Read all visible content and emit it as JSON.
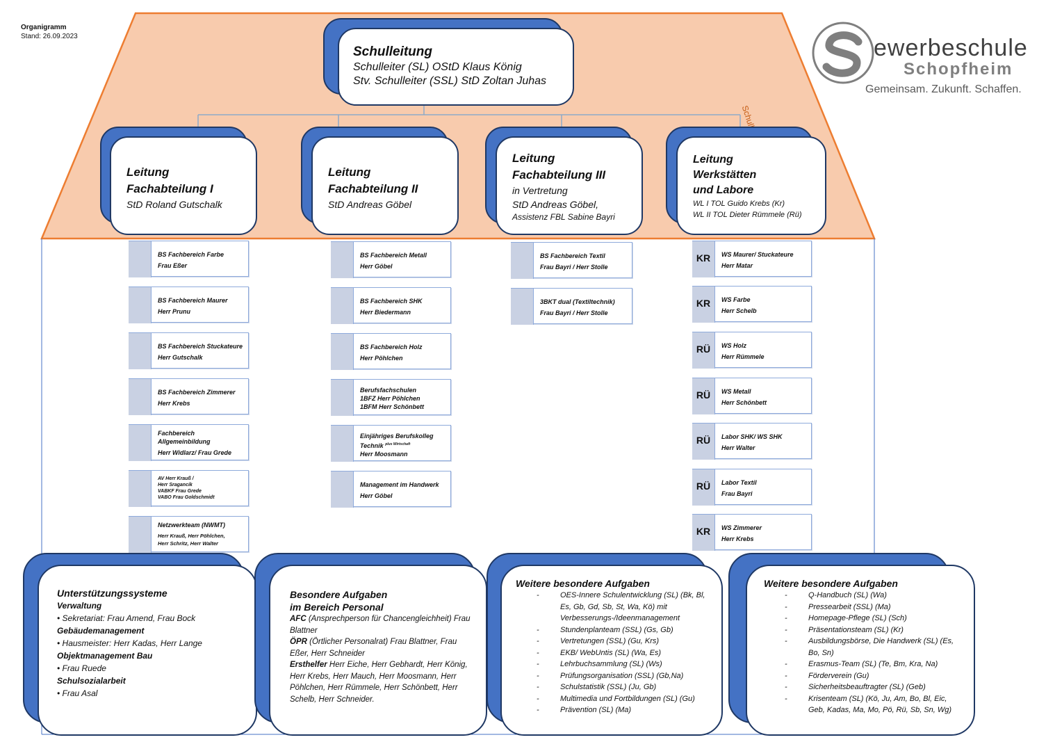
{
  "meta": {
    "title": "Organigramm",
    "date": "Stand: 26.09.2023"
  },
  "logo": {
    "name_prefix": "S",
    "name": "ewerbeschule",
    "city": "Schopfheim",
    "tagline": "Gemeinsam. Zukunft. Schaffen."
  },
  "team_label": "Schulleitungsteam (SLT)",
  "colors": {
    "roof_fill": "#f8cbad",
    "roof_stroke": "#ed7d31",
    "box_blue": "#4472c4",
    "unit_square": "#c9d1e3"
  },
  "top": {
    "title": "Schulleitung",
    "lines": [
      "Schulleiter (SL) OStD Klaus König",
      "Stv. Schulleiter (SSL) StD Zoltan Juhas"
    ]
  },
  "departments": [
    {
      "title1": "Leitung",
      "title2": "Fachabteilung I",
      "line1": "StD Roland Gutschalk"
    },
    {
      "title1": "Leitung",
      "title2": "Fachabteilung II",
      "line1": "StD Andreas Göbel"
    },
    {
      "title1": "Leitung",
      "title2": "Fachabteilung III",
      "line1": "in Vertretung",
      "line2": "StD Andreas Göbel,",
      "line3": "Assistenz FBL Sabine Bayri"
    },
    {
      "title1": "Leitung",
      "title2": "Werkstätten",
      "title3": "und Labore",
      "line1": "WL I TOL Guido Krebs (Kr)",
      "line2": "WL II TOL Dieter Rümmele (Rü)"
    }
  ],
  "units_col1": [
    {
      "l1": "BS Fachbereich  Farbe",
      "l2": "Frau Eßer"
    },
    {
      "l1": "BS Fachbereich Maurer",
      "l2": "Herr Prunu"
    },
    {
      "l1": "BS Fachbereich Stuckateure",
      "l2": "Herr Gutschalk"
    },
    {
      "l1": "BS Fachbereich Zimmerer",
      "l2": "Herr Krebs"
    },
    {
      "l1": "Fachbereich",
      "l2": "Allgemeinbildung",
      "l3": "Herr Widlarz/ Frau Grede"
    },
    {
      "l1": "AV        Herr Krauß /",
      "l2": "Herr Sragancik",
      "l3": "VABKF    Frau Grede",
      "l4": "VABO     Frau Goldschmidt"
    },
    {
      "l1": "Netzwerkteam (NWMT)",
      "l2": "Herr Krauß, Herr Pöhlchen,",
      "l3": "Herr Schritz, Herr Walter"
    }
  ],
  "units_col2": [
    {
      "l1": "BS Fachbereich Metall",
      "l2": "Herr Göbel"
    },
    {
      "l1": "BS Fachbereich SHK",
      "l2": "Herr Biedermann"
    },
    {
      "l1": "BS Fachbereich Holz",
      "l2": "Herr Pöhlchen"
    },
    {
      "l1": "Berufsfachschulen",
      "l2": "1BFZ Herr Pöhlchen",
      "l3": "1BFM Herr Schönbett"
    },
    {
      "l1": "Einjähriges Berufskolleg",
      "l2": "Technik",
      "sup": "plus Wirtschaft",
      "l3": "Herr Moosmann"
    },
    {
      "l1": "Management im Handwerk",
      "l2": "Herr Göbel"
    }
  ],
  "units_col3": [
    {
      "l1": "BS Fachbereich Textil",
      "l2": "Frau Bayri / Herr Stolle"
    },
    {
      "l1": "3BKT dual (Textiltechnik)",
      "l2": "Frau Bayri / Herr Stolle"
    }
  ],
  "units_col4": [
    {
      "code": "KR",
      "l1": "WS Maurer/ Stuckateure",
      "l2": "Herr Matar"
    },
    {
      "code": "KR",
      "l1": "WS Farbe",
      "l2": "Herr Schelb"
    },
    {
      "code": "RÜ",
      "l1": "WS Holz",
      "l2": "Herr Rümmele"
    },
    {
      "code": "RÜ",
      "l1": "WS Metall",
      "l2": "Herr Schönbett"
    },
    {
      "code": "RÜ",
      "l1": "Labor SHK/ WS SHK",
      "l2": "Herr Walter"
    },
    {
      "code": "RÜ",
      "l1": "Labor Textil",
      "l2": "Frau Bayri"
    },
    {
      "code": "KR",
      "l1": "WS Zimmerer",
      "l2": "Herr Krebs"
    }
  ],
  "support": {
    "title": "Unterstützungssysteme",
    "sections": [
      {
        "head": "Verwaltung",
        "item": "Sekretariat: Frau Amend, Frau Bock"
      },
      {
        "head": "Gebäudemanagement",
        "item": "Hausmeister: Herr Kadas, Herr Lange"
      },
      {
        "head": "Objektmanagement Bau",
        "item": "Frau Ruede"
      },
      {
        "head": "Schulsozialarbeit",
        "item": "Frau Asal"
      }
    ]
  },
  "personal": {
    "title1": "Besondere Aufgaben",
    "title2": "im Bereich Personal",
    "afc_head": "AFC",
    "afc_text": " (Ansprechperson für Chancengleichheit) Frau Blattner",
    "opr_head": "ÖPR",
    "opr_text": " (Örtlicher Personalrat) Frau Blattner, Frau Eßer, Herr Schneider",
    "eh_head": "Ersthelfer",
    "eh_text": " Herr Eiche, Herr Gebhardt, Herr König, Herr Krebs, Herr Mauch, Herr Moosmann, Herr Pöhlchen, Herr Rümmele, Herr Schönbett, Herr Schelb, Herr Schneider."
  },
  "tasks1": {
    "title": "Weitere besondere Aufgaben",
    "items": [
      "OES-Innere Schulentwicklung (SL) (Bk, Bl, Es, Gb, Gd, Sb, St, Wa, Kö) mit Verbesserungs-/Ideenmanagement",
      "Stundenplanteam (SSL) (Gs, Gb)",
      "Vertretungen (SSL) (Gu, Krs)",
      "EKB/ WebUntis (SL) (Wa, Es)",
      "Lehrbuchsammlung (SL) (Ws)",
      "Prüfungsorganisation (SSL) (Gb,Na)",
      "Schulstatistik (SSL) (Ju, Gb)",
      "Multimedia und Fortbildungen (SL) (Gu)",
      "Prävention (SL) (Ma)"
    ]
  },
  "tasks2": {
    "title": "Weitere besondere Aufgaben",
    "items": [
      "Q-Handbuch (SL) (Wa)",
      "Pressearbeit (SSL) (Ma)",
      "Homepage-Pflege (SL) (Sch)",
      "Präsentationsteam (SL) (Kr)",
      "Ausbildungsbörse, Die Handwerk (SL) (Es, Bo, Sn)",
      "Erasmus-Team (SL) (Te, Bm, Kra, Na)",
      "Förderverein (Gu)",
      "Sicherheitsbeauftragter (SL) (Geb)",
      "Krisenteam (SL) (Kö, Ju, Am, Bo, Bl, Eic, Geb, Kadas, Ma, Mo, Pö, Rü, Sb, Sn, Wg)"
    ]
  }
}
